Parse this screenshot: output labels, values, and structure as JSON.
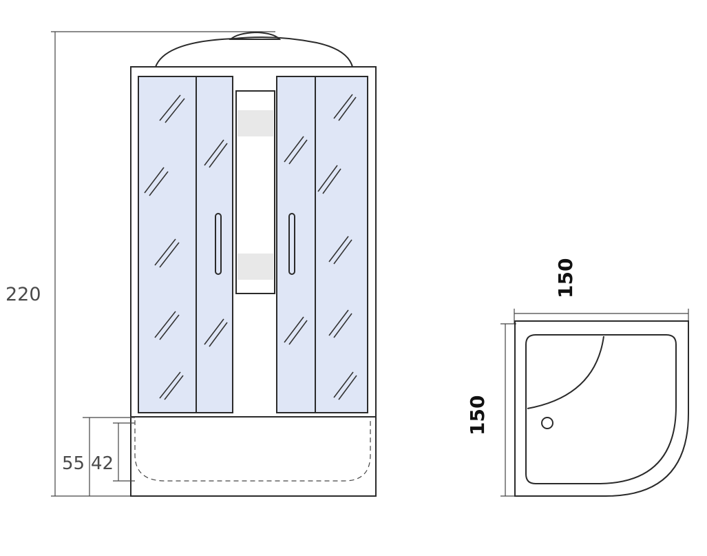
{
  "front_view": {
    "dimensions": {
      "total_height": "220",
      "tray_height": "55",
      "base_height": "42"
    }
  },
  "top_view": {
    "dimensions": {
      "width": "150",
      "depth": "150"
    }
  },
  "colors": {
    "line": "#2a2a2a",
    "glass": "#dfe6f6",
    "panel": "#e8e8e8",
    "background": "#ffffff"
  }
}
